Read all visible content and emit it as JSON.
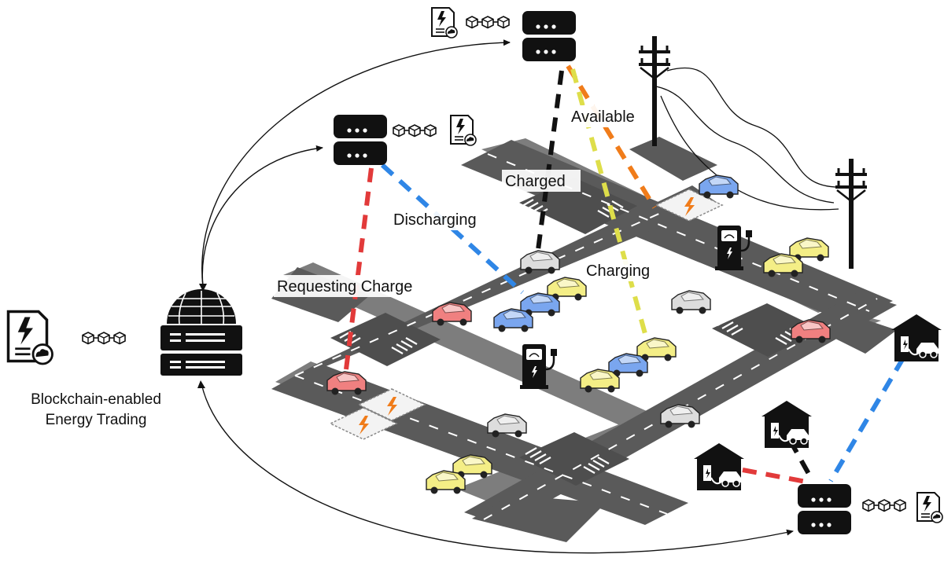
{
  "caption": {
    "line1": "Blockchain-enabled",
    "line2": "Energy Trading"
  },
  "labels": {
    "available": "Available",
    "charged": "Charged",
    "discharging": "Discharging",
    "charging": "Charging",
    "requesting": "Requesting Charge"
  },
  "colors": {
    "road": "#5a5a5a",
    "sidewalk": "#7d7d7d",
    "link_black": "#111111",
    "link_orange": "#f07c1a",
    "link_yellow": "#dede4a",
    "link_blue": "#2f86e6",
    "link_red": "#e23a3a",
    "car_red": "#f08080",
    "car_blue": "#7aa6ef",
    "car_yellow": "#f4ee86",
    "car_white": "#dddddd",
    "bolt_orange": "#f07c1a"
  },
  "icons": [
    "server-icon",
    "blockchain-icon",
    "energy-document-icon",
    "globe-server-icon",
    "power-pole-icon",
    "charging-station-icon",
    "house-charger-icon",
    "car-icon",
    "charging-pad-icon"
  ]
}
